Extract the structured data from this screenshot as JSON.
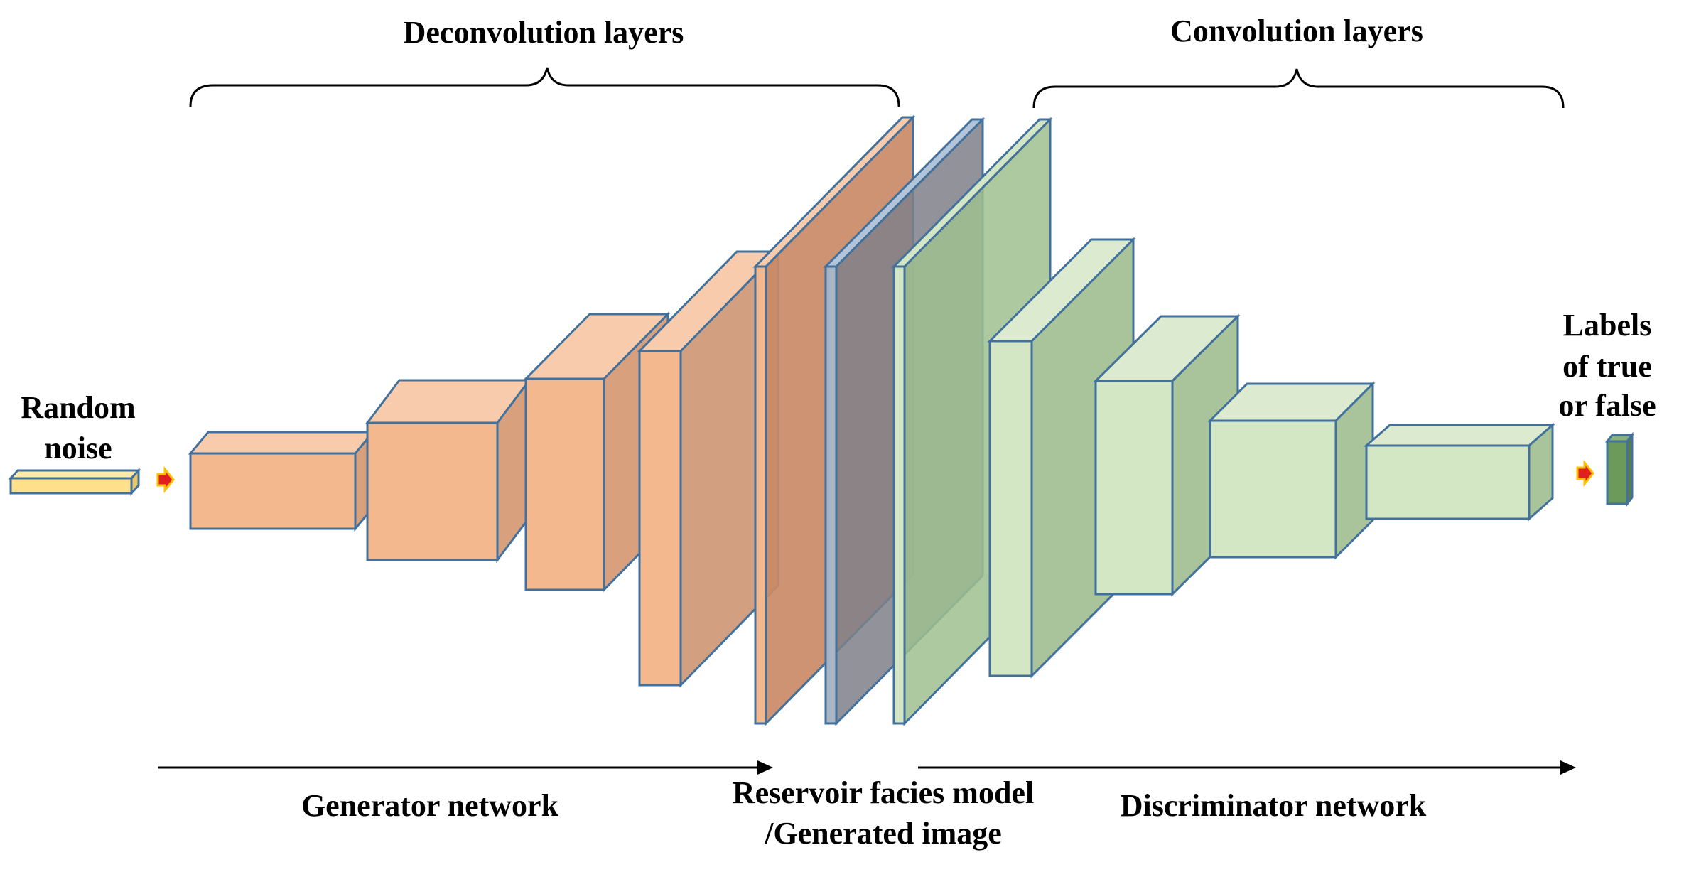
{
  "labels": {
    "deconv": "Deconvolution layers",
    "conv": "Convolution layers",
    "random_noise_1": "Random",
    "random_noise_2": "noise",
    "output_1": "Labels",
    "output_2": "of  true",
    "output_3": "or false",
    "generator": "Generator network",
    "facies_1": "Reservoir facies model",
    "facies_2": "/Generated image",
    "discriminator": "Discriminator network"
  },
  "colors": {
    "noise_fill": "#FFE08A",
    "generator_fill": "#F4B88F",
    "generator_output_fill": "#C98A66",
    "generated_image_fill": "#8E8E93",
    "discriminator_first_fill": "#9FBF8F",
    "discriminator_fill": "#D4E7C5",
    "output_fill": "#6B9A5A",
    "stroke": "#41719C",
    "arrow_small": "#E02020",
    "arrow_small_outline": "#FFC000"
  }
}
